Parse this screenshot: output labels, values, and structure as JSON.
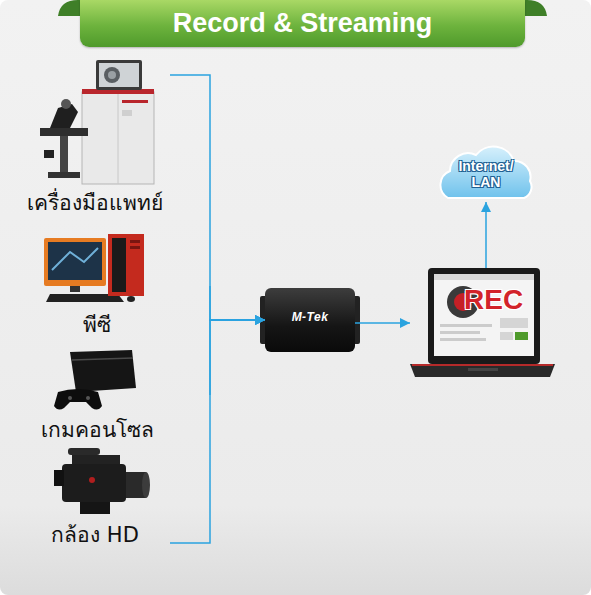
{
  "diagram": {
    "title": "Record & Streaming",
    "nodes": [
      {
        "text": [
          "เครื่องมือแพทย์"
        ]
      },
      {
        "text": [
          "พีซี"
        ]
      },
      {
        "text": [
          "เกมคอนโซล"
        ]
      },
      {
        "text": [
          "กล้อง HD"
        ]
      },
      {
        "text": [
          "M-Tek"
        ]
      },
      {
        "text": [
          "REC"
        ]
      },
      {
        "text": [
          "Internet/ LAN"
        ]
      }
    ],
    "edges": [
      {
        "from": 0,
        "to": 4,
        "arrow": "to"
      },
      {
        "from": 1,
        "to": 4,
        "arrow": "to"
      },
      {
        "from": 2,
        "to": 4,
        "arrow": "to"
      },
      {
        "from": 3,
        "to": 4,
        "arrow": "to"
      },
      {
        "from": 4,
        "to": 5,
        "arrow": "to"
      },
      {
        "from": 5,
        "to": 6,
        "arrow": "to"
      }
    ]
  }
}
